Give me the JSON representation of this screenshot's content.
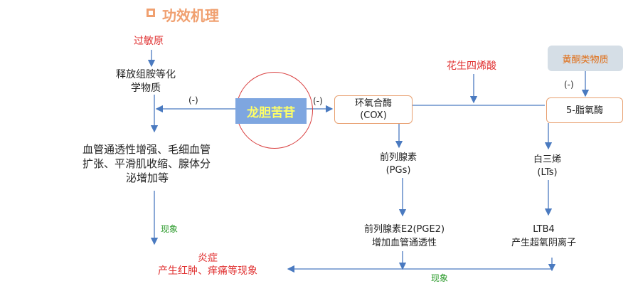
{
  "title": "功效机理",
  "allergen": "过敏原",
  "release": [
    "释放组胺等化",
    "学物质"
  ],
  "inhibit_left": "(-)",
  "inhibit_mid": "(-)",
  "inhibit_right": "(-)",
  "drug": "龙胆苦苷",
  "cox": [
    "环氧合酶",
    "(COX)"
  ],
  "arachidonic": "花生四烯酸",
  "flavonoid": "黄酮类物质",
  "lox": "5-脂氧酶",
  "vascular": [
    "血管通透性增强、毛细血管",
    "扩张、平滑肌收缩、腺体分",
    "泌增加等"
  ],
  "phenomenon_left": "现象",
  "pgs": [
    "前列腺素",
    "(PGs)"
  ],
  "lts": [
    "白三烯",
    "(LTs)"
  ],
  "pge2": [
    "前列腺素E2(PGE2)",
    "增加血管通透性"
  ],
  "ltb4": [
    "LTB4",
    "产生超氧阴离子"
  ],
  "inflammation": [
    "炎症",
    "产生红肿、痒痛等现象"
  ],
  "phenomenon_bottom": "现象",
  "colors": {
    "arrow": "#4a7ac0",
    "red_text": "#e03030",
    "green_text": "#2a9a2a",
    "accent": "#f0a070"
  }
}
